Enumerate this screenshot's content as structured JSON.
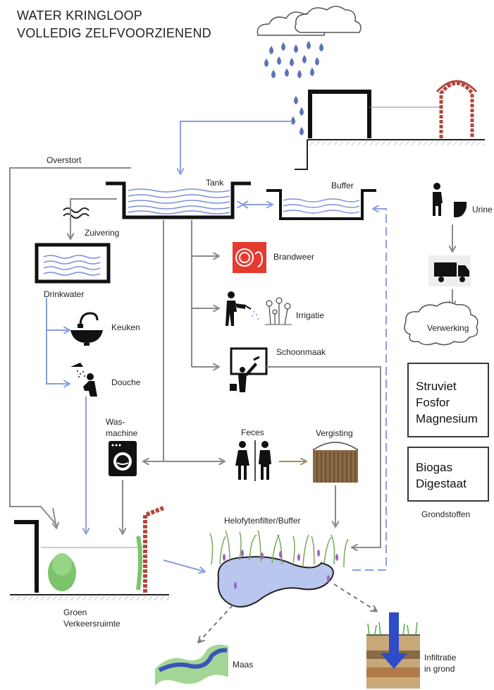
{
  "title": {
    "line1": "WATER KRINGLOOP",
    "line2": "VOLLEDIG ZELFVOORZIENEND"
  },
  "labels": {
    "overstort": "Overstort",
    "tank": "Tank",
    "buffer": "Buffer",
    "urine": "Urine",
    "zuivering": "Zuivering",
    "drinkwater": "Drinkwater",
    "brandweer": "Brandweer",
    "irrigatie": "Irrigatie",
    "keuken": "Keuken",
    "schoonmaak": "Schoonmaak",
    "verwerking": "Verwerking",
    "douche": "Douche",
    "wasmachine_1": "Was-",
    "wasmachine_2": "machine",
    "feces": "Feces",
    "vergisting": "Vergisting",
    "helofytenfilter": "Helofytenfilter/Buffer",
    "groen": "Groen",
    "verkeersruimte": "Verkeersruimte",
    "maas": "Maas",
    "infiltratie_1": "Infiltratie",
    "infiltratie_2": "in grond",
    "grondstoffen": "Grondstoffen"
  },
  "resource_boxes": {
    "box1": [
      "Struviet",
      "Fosfor",
      "Magnesium"
    ],
    "box2": [
      "Biogas",
      "Digestaat"
    ]
  },
  "colors": {
    "blue_flow": "#8c9ee0",
    "grey_flow": "#8a8a8a",
    "brown_flow": "#a88a6a",
    "water": "#6f84d4",
    "brick": "#b5473d",
    "fire_red": "#e53a2e",
    "green": "#7cc46a"
  },
  "icons": [
    "rain-cloud-icon",
    "building-icon",
    "brick-shelter-icon",
    "water-tank-icon",
    "buffer-tank-icon",
    "urinal-man-icon",
    "purification-wave-icon",
    "drinkwater-basin-icon",
    "fire-hose-icon",
    "watering-person-icon",
    "flowers-icon",
    "sink-icon",
    "window-cleaning-icon",
    "truck-icon",
    "processing-cloud-icon",
    "shower-person-icon",
    "washing-machine-icon",
    "toilet-people-icon",
    "digester-icon",
    "reed-pond-icon",
    "street-icon",
    "river-icon",
    "soil-infiltration-icon"
  ]
}
